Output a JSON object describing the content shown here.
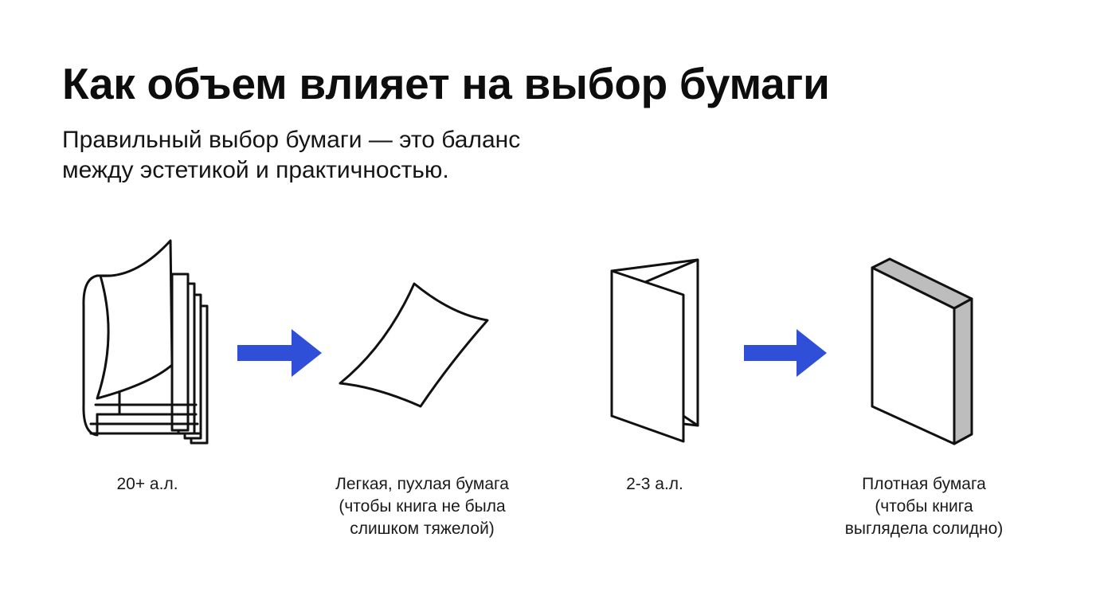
{
  "title": "Как объем влияет на выбор бумаги",
  "subtitle": {
    "lines": [
      "Правильный выбор бумаги — это баланс",
      "между эстетикой и практичностью."
    ]
  },
  "colors": {
    "arrow": "#2f4fd8",
    "stroke": "#111111",
    "spine": "#bdbdbd"
  },
  "items": [
    {
      "icon": "thick-book-icon",
      "caption": [
        "20+ а.л."
      ]
    },
    {
      "icon": "light-paper-sheet-icon",
      "caption": [
        "Легкая, пухлая бумага",
        "(чтобы книга не была",
        "слишком тяжелой)"
      ]
    },
    {
      "icon": "folded-booklet-icon",
      "caption": [
        "2-3 а.л."
      ]
    },
    {
      "icon": "dense-block-icon",
      "caption": [
        "Плотная бумага",
        "(чтобы книга",
        "выглядела солидно)"
      ]
    }
  ],
  "arrows": [
    {
      "icon": "arrow-right-icon",
      "from": "thick-book-icon",
      "to": "light-paper-sheet-icon"
    },
    {
      "icon": "arrow-right-icon",
      "from": "folded-booklet-icon",
      "to": "dense-block-icon"
    }
  ]
}
